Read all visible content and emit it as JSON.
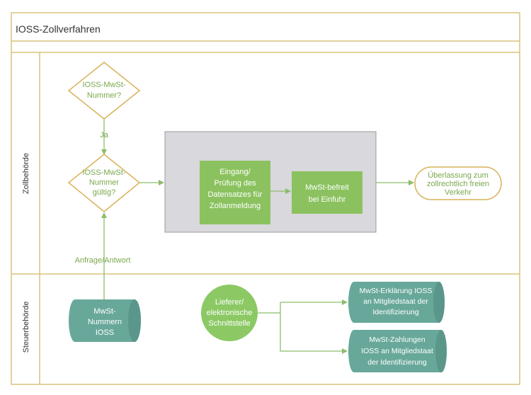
{
  "diagram": {
    "title": "IOSS-Zollverfahren",
    "lanes": {
      "customs": "Zollbehörde",
      "tax": "Steuerbehörde"
    },
    "decision_1": [
      "IOSS-MwSt-",
      "Nummer?"
    ],
    "decision_2": [
      "IOSS-MwSt-",
      "Nummer",
      "gültig?"
    ],
    "label_yes": "Ja",
    "label_request": "Anfrage/Antwort",
    "process_check": [
      "Eingang/",
      "Prüfung des",
      "Datensatzes für",
      "Zollanmeldung"
    ],
    "process_vat_exempt": [
      "MwSt-befreit",
      "bei Einfuhr"
    ],
    "terminal_release": [
      "Überlassung zum",
      "zollrechtlich freien",
      "Verkehr"
    ],
    "datastore_numbers": [
      "MwSt-",
      "Nummern",
      "IOSS"
    ],
    "supplier_circle": [
      "Lieferer/",
      "elektronische",
      "Schnittstelle"
    ],
    "datastore_declaration": [
      "MwSt-Erklärung IOSS",
      "an Mitgliedstaat der",
      "Identifizierung"
    ],
    "datastore_payments": [
      "MwSt-Zahlungen",
      "IOSS an Mitgliedstaat",
      "der Identifizierung"
    ],
    "colors": {
      "border": "#d8c47c",
      "accent_text": "#7aa84c",
      "process_fill": "#8bc25f",
      "shaded_area": "#d9d8dd",
      "datastore_fill": "#68a89a",
      "circle_fill": "#8cc965",
      "connector": "#8cbd6a",
      "diamond_stroke": "#d8b25a"
    }
  }
}
